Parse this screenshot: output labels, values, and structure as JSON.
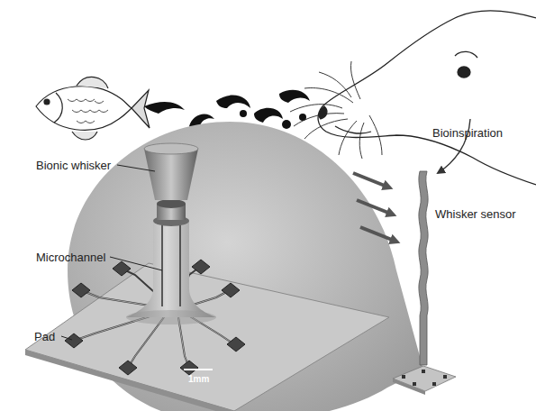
{
  "diagram": {
    "labels": [
      "Bioinspiration",
      "Whisker sensor",
      "Bionic whisker",
      "Microchannel",
      "Pad",
      "1mm"
    ]
  }
}
